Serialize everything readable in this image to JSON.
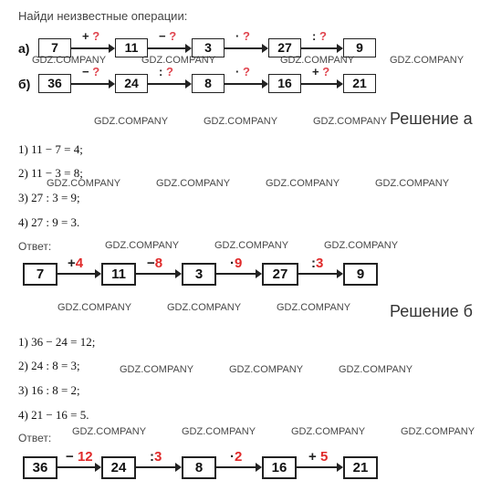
{
  "task": "Найди неизвестные операции:",
  "rows": {
    "a": {
      "label": "а)",
      "values": [
        "7",
        "11",
        "3",
        "27",
        "9"
      ],
      "ops": [
        {
          "sign": "+",
          "q": "?"
        },
        {
          "sign": "−",
          "q": "?"
        },
        {
          "sign": "·",
          "q": "?"
        },
        {
          "sign": ":",
          "q": "?"
        }
      ]
    },
    "b": {
      "label": "б)",
      "values": [
        "36",
        "24",
        "8",
        "16",
        "21"
      ],
      "ops": [
        {
          "sign": "−",
          "q": "?"
        },
        {
          "sign": ":",
          "q": "?"
        },
        {
          "sign": "·",
          "q": "?"
        },
        {
          "sign": "+",
          "q": "?"
        }
      ]
    }
  },
  "solution_a": {
    "heading": "Решение а",
    "steps": [
      "1) 11 − 7 = 4;",
      "2) 11 − 3 = 8;",
      "3) 27 : 3 = 9;",
      "4) 27 : 9 = 3."
    ],
    "answer_label": "Ответ:",
    "values": [
      "7",
      "11",
      "3",
      "27",
      "9"
    ],
    "ops": [
      {
        "sign": "+",
        "num": "4"
      },
      {
        "sign": "−",
        "num": "8"
      },
      {
        "sign": "·",
        "num": "9"
      },
      {
        "sign": ":",
        "num": "3"
      }
    ]
  },
  "solution_b": {
    "heading": "Решение б",
    "steps": [
      "1) 36 − 24 = 12;",
      "2) 24 : 8 = 3;",
      "3) 16 : 8 = 2;",
      "4) 21 − 16 = 5."
    ],
    "answer_label": "Ответ:",
    "values": [
      "36",
      "24",
      "8",
      "16",
      "21"
    ],
    "ops": [
      {
        "sign": "−",
        "num": "12"
      },
      {
        "sign": ":",
        "num": "3"
      },
      {
        "sign": "·",
        "num": "2"
      },
      {
        "sign": "+",
        "num": "5"
      }
    ]
  },
  "watermark": "GDZ.COMPANY"
}
